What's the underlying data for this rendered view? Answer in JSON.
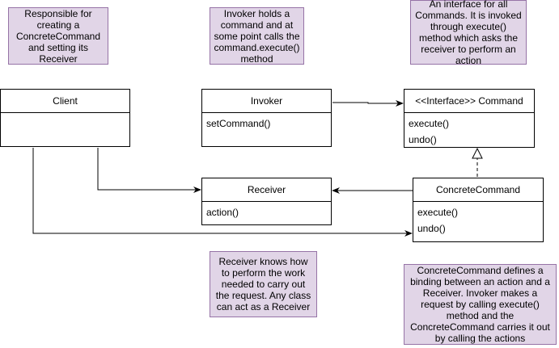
{
  "notes": {
    "client": "Responsible for creating a ConcreteCommand and setting its Receiver",
    "invoker": "Invoker holds a command and at some point calls the command.execute() method",
    "command": "An interface for all Commands. It is invoked through execute() method which asks the receiver to perform an action",
    "receiver": "Receiver knows how to perform the work needed to carry out the request. Any class can act as a Receiver",
    "concrete": "ConcreteCommand defines a binding between an action and a Receiver. Invoker makes a request by calling execute() method and the ConcreteCommand carries it out by calling the actions"
  },
  "classes": {
    "client": {
      "name": "Client",
      "methods": []
    },
    "invoker": {
      "name": "Invoker",
      "methods": [
        "setCommand()"
      ]
    },
    "command": {
      "name": "<<Interface>> Command",
      "methods": [
        "execute()",
        "undo()"
      ]
    },
    "receiver": {
      "name": "Receiver",
      "methods": [
        "action()"
      ]
    },
    "concrete": {
      "name": "ConcreteCommand",
      "methods": [
        "execute()",
        "undo()"
      ]
    }
  },
  "colors": {
    "note_fill": "#e1d5e7",
    "note_border": "#9673a6",
    "line": "#000000"
  }
}
